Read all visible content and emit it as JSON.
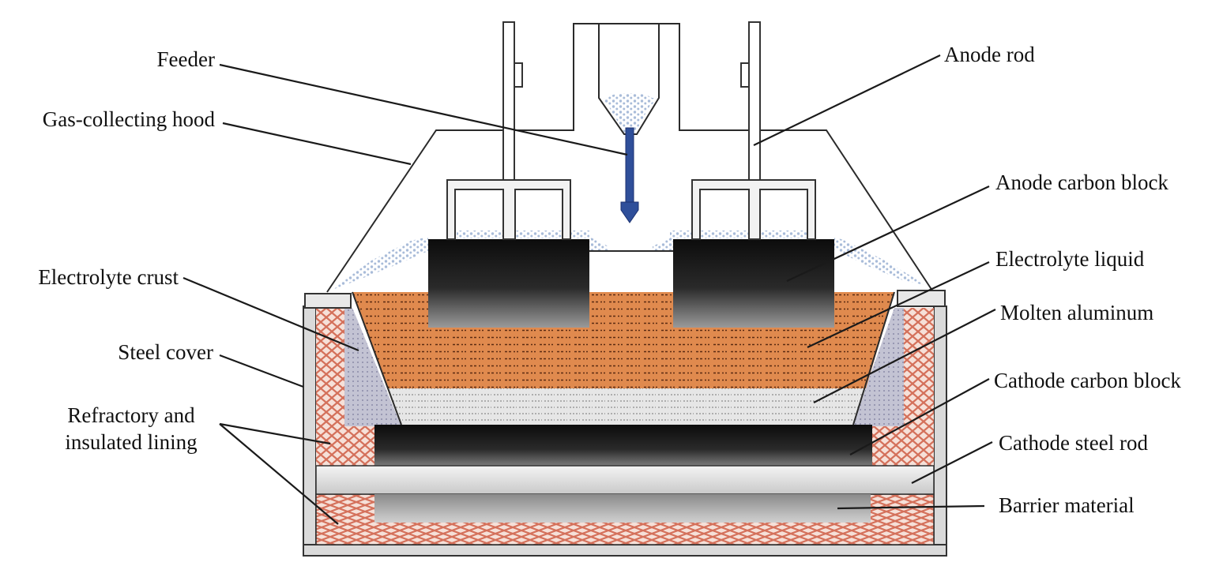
{
  "labels": {
    "feeder": "Feeder",
    "gas_hood": "Gas-collecting hood",
    "electrolyte_crust": "Electrolyte crust",
    "steel_cover": "Steel cover",
    "refractory_line1": "Refractory and",
    "refractory_line2": "insulated lining",
    "anode_rod": "Anode rod",
    "anode_block": "Anode carbon block",
    "electrolyte_liquid": "Electrolyte liquid",
    "molten_al": "Molten aluminum",
    "cathode_block": "Cathode carbon block",
    "cathode_rod": "Cathode steel rod",
    "barrier": "Barrier material"
  },
  "colors": {
    "electrolyte": "#e08a4e",
    "aluminum": "#d9d9d9",
    "carbon_dark": "#111111",
    "refractory": "#d98a78",
    "crust": "#b7b7c9",
    "feeder_arrow": "#2f4f9a",
    "alumina": "#a9bcd9"
  }
}
